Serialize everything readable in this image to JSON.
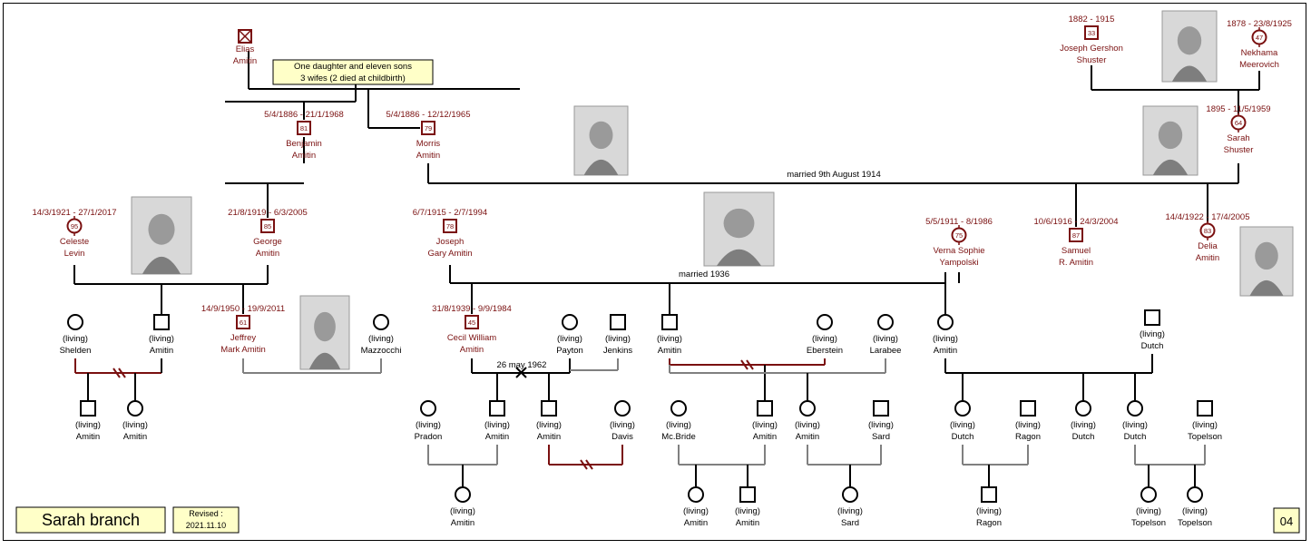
{
  "meta": {
    "branch_title": "Sarah branch",
    "revised_label": "Revised :",
    "revised_date": "2021.11.10",
    "page_number": "04"
  },
  "colors": {
    "deceased": "#7a1010",
    "line": "#000000",
    "gray_line": "#808080",
    "note_bg": "#ffffc8",
    "photo_frame": "#999999"
  },
  "notes": [
    {
      "id": "note-elias-family",
      "lines": [
        "One daughter and eleven sons",
        "3 wifes (2 died at childbirth)"
      ]
    }
  ],
  "unions": [
    {
      "id": "marriage-morris-sarah",
      "text": "married 9th August 1914"
    },
    {
      "id": "marriage-joseph-verna",
      "text": "married 1936"
    },
    {
      "id": "marriage-cecil-payton",
      "text": "26 may 1962"
    }
  ],
  "people": [
    {
      "id": "elias-amitin",
      "sex": "M",
      "status": "deceased-unknown",
      "dates": "",
      "age": "",
      "names": [
        "Elias",
        "Amitin"
      ]
    },
    {
      "id": "joseph-gershon-shuster",
      "sex": "M",
      "status": "deceased",
      "dates": "1882 - 1915",
      "age": "33",
      "names": [
        "Joseph Gershon",
        "Shuster"
      ]
    },
    {
      "id": "nekhama-meerovich",
      "sex": "F",
      "status": "deceased",
      "dates": "1878 - 23/8/1925",
      "age": "47",
      "names": [
        "Nekhama",
        "Meerovich"
      ]
    },
    {
      "id": "benjamin-amitin",
      "sex": "M",
      "status": "deceased",
      "dates": "5/4/1886 - 21/1/1968",
      "age": "81",
      "names": [
        "Benjamin",
        "Amitin"
      ]
    },
    {
      "id": "morris-amitin",
      "sex": "M",
      "status": "deceased",
      "dates": "5/4/1886 - 12/12/1965",
      "age": "79",
      "names": [
        "Morris",
        "Amitin"
      ]
    },
    {
      "id": "sarah-shuster",
      "sex": "F",
      "status": "deceased",
      "dates": "1895 - 11/5/1959",
      "age": "64",
      "names": [
        "Sarah",
        "Shuster"
      ]
    },
    {
      "id": "celeste-levin",
      "sex": "F",
      "status": "deceased",
      "dates": "14/3/1921 - 27/1/2017",
      "age": "95",
      "names": [
        "Celeste",
        "Levin"
      ]
    },
    {
      "id": "george-amitin",
      "sex": "M",
      "status": "deceased",
      "dates": "21/8/1919 - 6/3/2005",
      "age": "85",
      "names": [
        "George",
        "Amitin"
      ]
    },
    {
      "id": "joseph-gary-amitin",
      "sex": "M",
      "status": "deceased",
      "dates": "6/7/1915 - 2/7/1994",
      "age": "78",
      "names": [
        "Joseph",
        "Gary Amitin"
      ]
    },
    {
      "id": "verna-sophie-yampolski",
      "sex": "F",
      "status": "deceased",
      "dates": "5/5/1911 - 8/1986",
      "age": "75",
      "names": [
        "Verna Sophie",
        "Yampolski"
      ]
    },
    {
      "id": "samuel-r-amitin",
      "sex": "M",
      "status": "deceased",
      "dates": "10/6/1916 - 24/3/2004",
      "age": "87",
      "names": [
        "Samuel",
        "R. Amitin"
      ]
    },
    {
      "id": "delia-amitin",
      "sex": "F",
      "status": "deceased",
      "dates": "14/4/1922 - 17/4/2005",
      "age": "83",
      "names": [
        "Delia",
        "Amitin"
      ]
    },
    {
      "id": "shelden",
      "sex": "F",
      "status": "living",
      "dates": "",
      "age": "",
      "names": [
        "(living)",
        "Shelden"
      ]
    },
    {
      "id": "amitin-son-of-george",
      "sex": "M",
      "status": "living",
      "dates": "",
      "age": "",
      "names": [
        "(living)",
        "Amitin"
      ]
    },
    {
      "id": "jeffrey-mark-amitin",
      "sex": "M",
      "status": "deceased",
      "dates": "14/9/1950 - 19/9/2011",
      "age": "61",
      "names": [
        "Jeffrey",
        "Mark Amitin"
      ]
    },
    {
      "id": "mazzocchi",
      "sex": "F",
      "status": "living",
      "dates": "",
      "age": "",
      "names": [
        "(living)",
        "Mazzocchi"
      ]
    },
    {
      "id": "cecil-william-amitin",
      "sex": "M",
      "status": "deceased",
      "dates": "31/8/1939 - 9/9/1984",
      "age": "45",
      "names": [
        "Cecil William",
        "Amitin"
      ]
    },
    {
      "id": "payton",
      "sex": "F",
      "status": "living",
      "dates": "",
      "age": "",
      "names": [
        "(living)",
        "Payton"
      ]
    },
    {
      "id": "jenkins",
      "sex": "M",
      "status": "living",
      "dates": "",
      "age": "",
      "names": [
        "(living)",
        "Jenkins"
      ]
    },
    {
      "id": "amitin-son-of-joseph",
      "sex": "M",
      "status": "living",
      "dates": "",
      "age": "",
      "names": [
        "(living)",
        "Amitin"
      ]
    },
    {
      "id": "eberstein",
      "sex": "F",
      "status": "living",
      "dates": "",
      "age": "",
      "names": [
        "(living)",
        "Eberstein"
      ]
    },
    {
      "id": "larabee",
      "sex": "F",
      "status": "living",
      "dates": "",
      "age": "",
      "names": [
        "(living)",
        "Larabee"
      ]
    },
    {
      "id": "amitin-daughter-of-joseph",
      "sex": "F",
      "status": "living",
      "dates": "",
      "age": "",
      "names": [
        "(living)",
        "Amitin"
      ]
    },
    {
      "id": "dutch-husband",
      "sex": "M",
      "status": "living",
      "dates": "",
      "age": "",
      "names": [
        "(living)",
        "Dutch"
      ]
    },
    {
      "id": "amitin-gc-1",
      "sex": "M",
      "status": "living",
      "dates": "",
      "age": "",
      "names": [
        "(living)",
        "Amitin"
      ]
    },
    {
      "id": "amitin-gc-2",
      "sex": "F",
      "status": "living",
      "dates": "",
      "age": "",
      "names": [
        "(living)",
        "Amitin"
      ]
    },
    {
      "id": "pradon",
      "sex": "F",
      "status": "living",
      "dates": "",
      "age": "",
      "names": [
        "(living)",
        "Pradon"
      ]
    },
    {
      "id": "amitin-gc-3",
      "sex": "M",
      "status": "living",
      "dates": "",
      "age": "",
      "names": [
        "(living)",
        "Amitin"
      ]
    },
    {
      "id": "amitin-gc-4",
      "sex": "M",
      "status": "living",
      "dates": "",
      "age": "",
      "names": [
        "(living)",
        "Amitin"
      ]
    },
    {
      "id": "davis",
      "sex": "F",
      "status": "living",
      "dates": "",
      "age": "",
      "names": [
        "(living)",
        "Davis"
      ]
    },
    {
      "id": "mcbride",
      "sex": "F",
      "status": "living",
      "dates": "",
      "age": "",
      "names": [
        "(living)",
        "Mc.Bride"
      ]
    },
    {
      "id": "amitin-gc-5",
      "sex": "M",
      "status": "living",
      "dates": "",
      "age": "",
      "names": [
        "(living)",
        "Amitin"
      ]
    },
    {
      "id": "amitin-gc-6",
      "sex": "F",
      "status": "living",
      "dates": "",
      "age": "",
      "names": [
        "(living)",
        "Amitin"
      ]
    },
    {
      "id": "sard",
      "sex": "M",
      "status": "living",
      "dates": "",
      "age": "",
      "names": [
        "(living)",
        "Sard"
      ]
    },
    {
      "id": "dutch-gc-1",
      "sex": "F",
      "status": "living",
      "dates": "",
      "age": "",
      "names": [
        "(living)",
        "Dutch"
      ]
    },
    {
      "id": "ragon",
      "sex": "M",
      "status": "living",
      "dates": "",
      "age": "",
      "names": [
        "(living)",
        "Ragon"
      ]
    },
    {
      "id": "dutch-gc-2",
      "sex": "F",
      "status": "living",
      "dates": "",
      "age": "",
      "names": [
        "(living)",
        "Dutch"
      ]
    },
    {
      "id": "dutch-gc-3",
      "sex": "F",
      "status": "living",
      "dates": "",
      "age": "",
      "names": [
        "(living)",
        "Dutch"
      ]
    },
    {
      "id": "topelson",
      "sex": "M",
      "status": "living",
      "dates": "",
      "age": "",
      "names": [
        "(living)",
        "Topelson"
      ]
    },
    {
      "id": "amitin-ggc-1",
      "sex": "F",
      "status": "living",
      "dates": "",
      "age": "",
      "names": [
        "(living)",
        "Amitin"
      ]
    },
    {
      "id": "amitin-ggc-2",
      "sex": "F",
      "status": "living",
      "dates": "",
      "age": "",
      "names": [
        "(living)",
        "Amitin"
      ]
    },
    {
      "id": "amitin-ggc-3",
      "sex": "M",
      "status": "living",
      "dates": "",
      "age": "",
      "names": [
        "(living)",
        "Amitin"
      ]
    },
    {
      "id": "sard-ggc",
      "sex": "F",
      "status": "living",
      "dates": "",
      "age": "",
      "names": [
        "(living)",
        "Sard"
      ]
    },
    {
      "id": "ragon-ggc",
      "sex": "M",
      "status": "living",
      "dates": "",
      "age": "",
      "names": [
        "(living)",
        "Ragon"
      ]
    },
    {
      "id": "topelson-ggc-1",
      "sex": "F",
      "status": "living",
      "dates": "",
      "age": "",
      "names": [
        "(living)",
        "Topelson"
      ]
    },
    {
      "id": "topelson-ggc-2",
      "sex": "F",
      "status": "living",
      "dates": "",
      "age": "",
      "names": [
        "(living)",
        "Topelson"
      ]
    }
  ]
}
